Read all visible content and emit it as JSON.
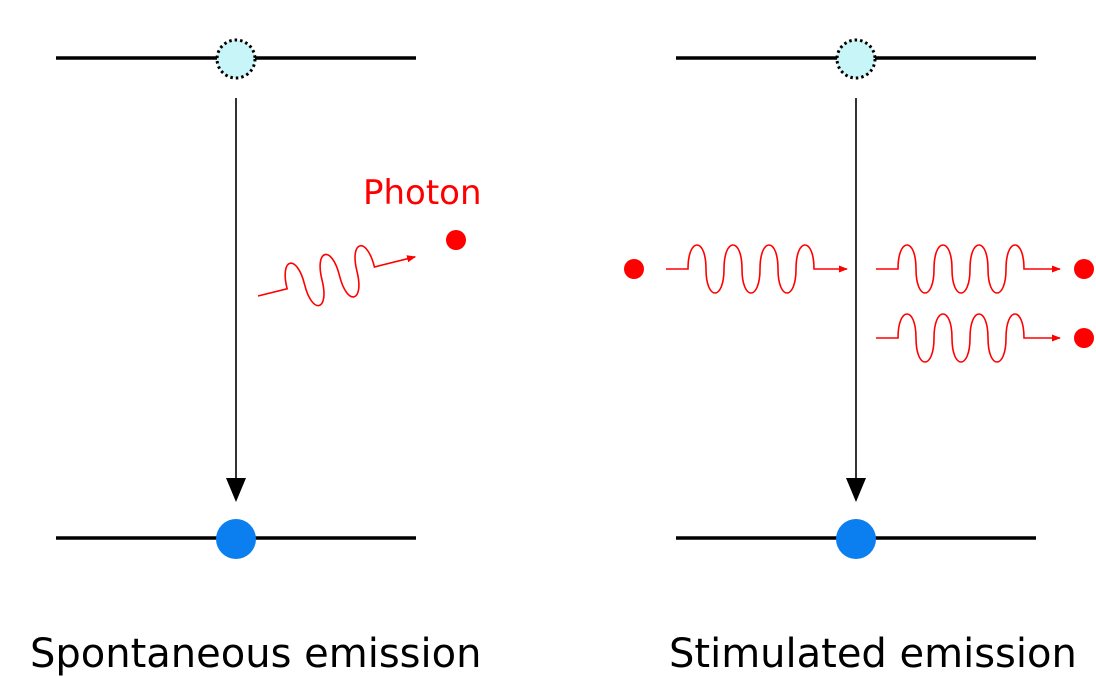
{
  "colors": {
    "level_line": "#000000",
    "excited_atom_fill": "#c8f5f7",
    "ground_atom_fill": "#0b7ff0",
    "photon": "#ff0000",
    "transition_arrow": "#000000"
  },
  "left_panel": {
    "caption": "Spontaneous emission",
    "photon_label": "Photon",
    "photons_emitted": 1
  },
  "right_panel": {
    "caption": "Stimulated emission",
    "photons_incoming": 1,
    "photons_outgoing": 2
  }
}
